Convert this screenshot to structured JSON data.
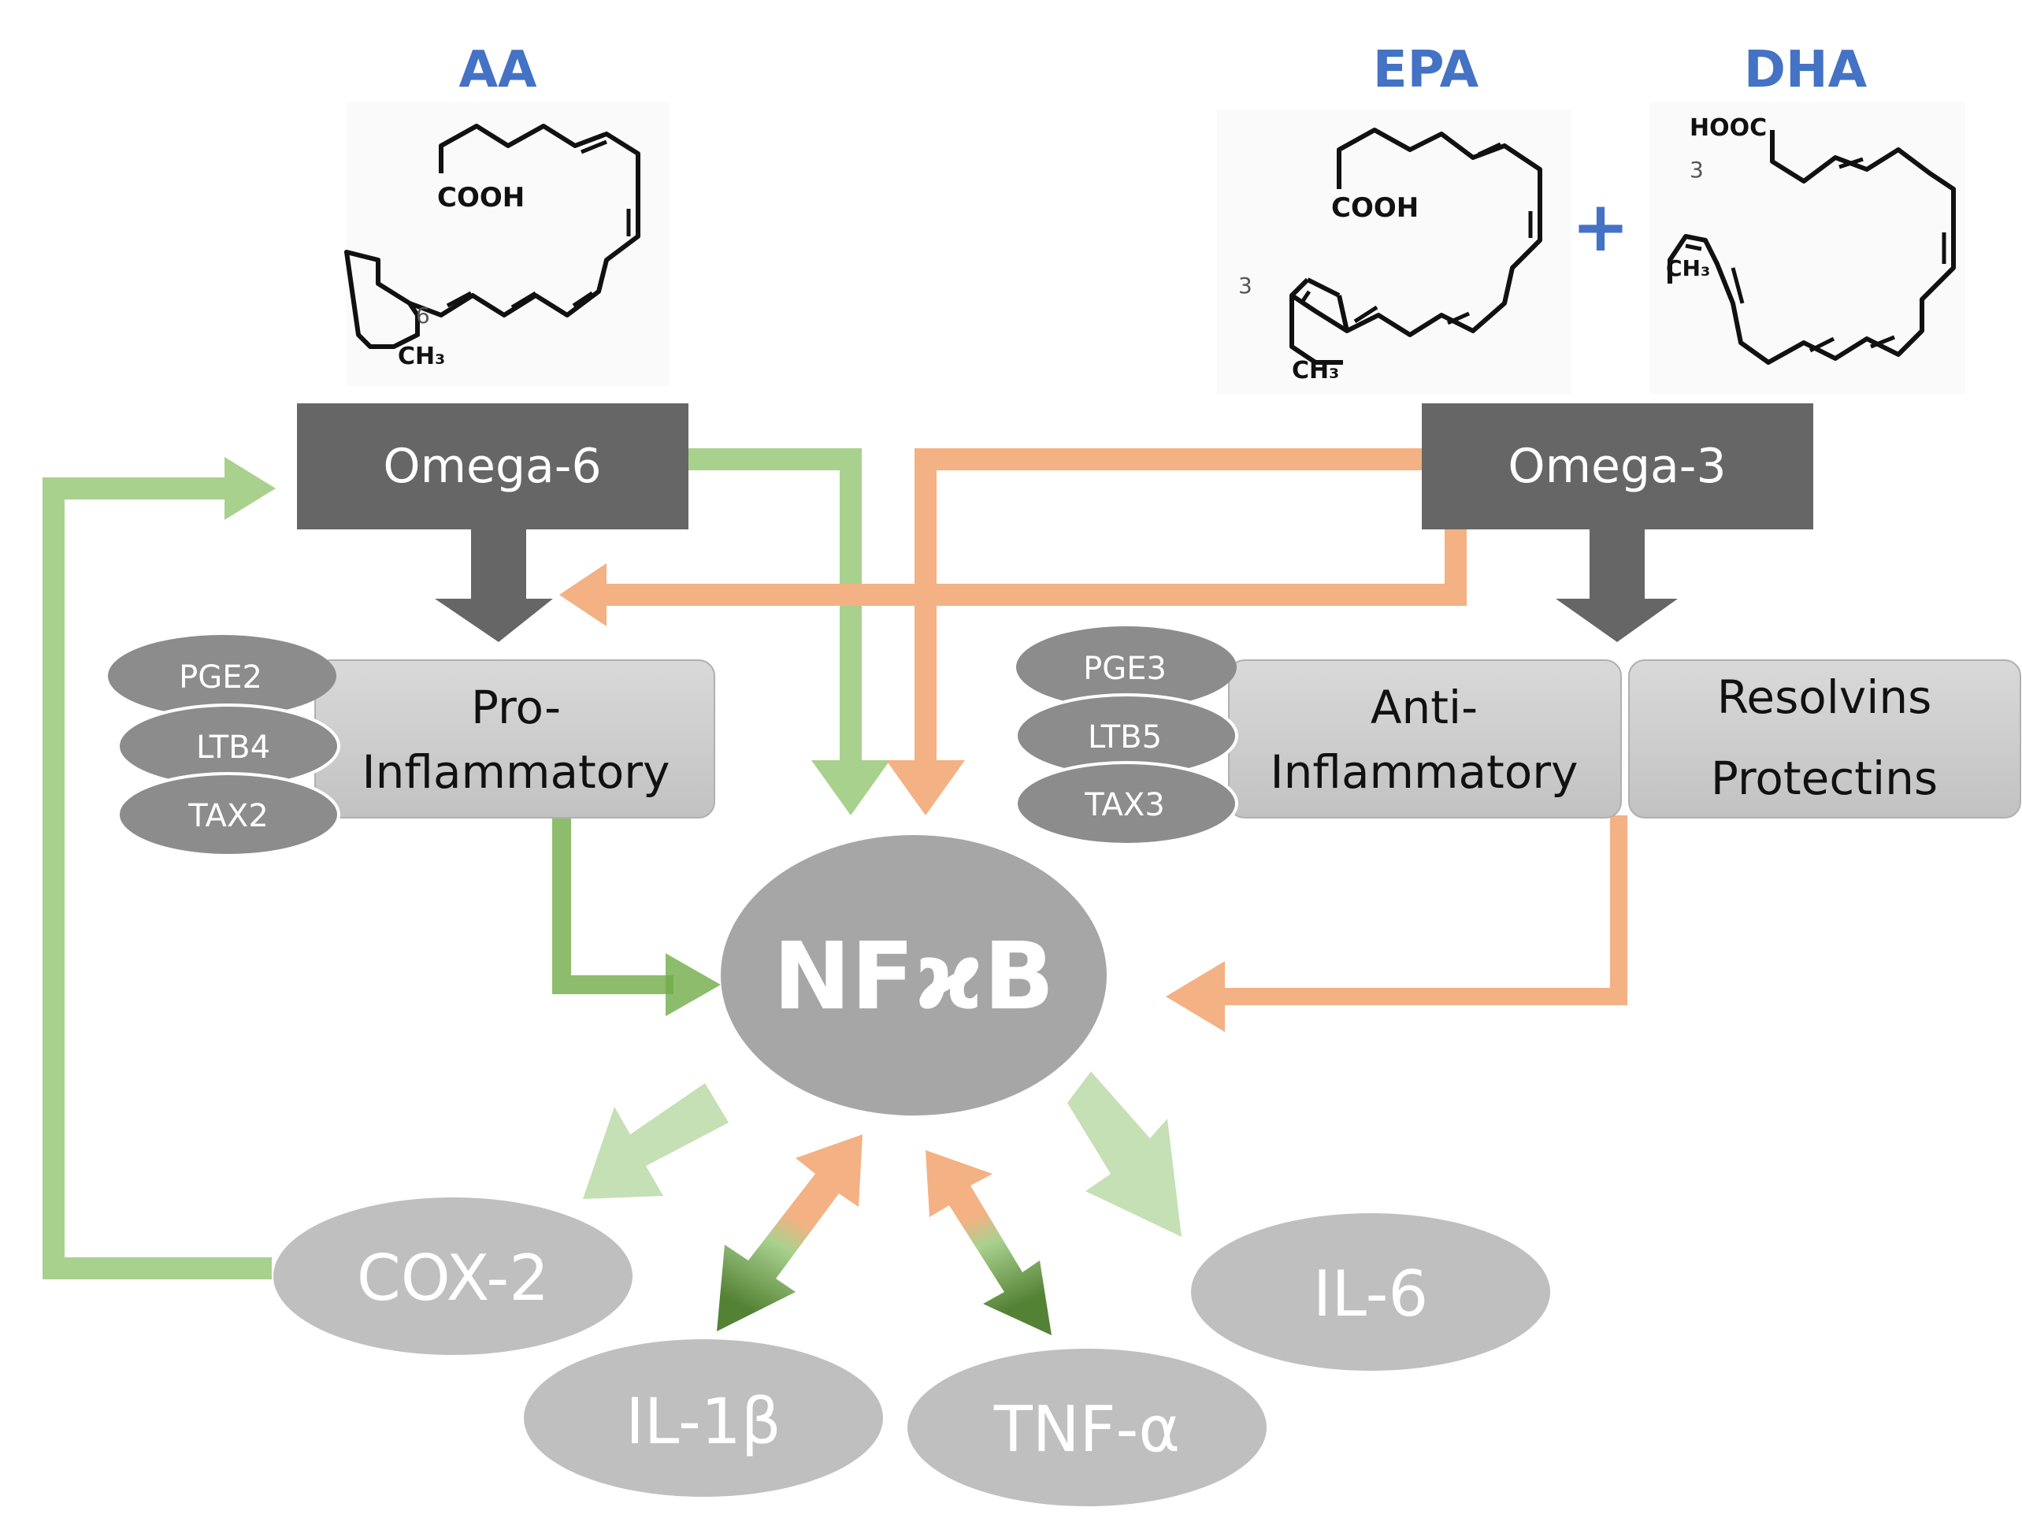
{
  "molecules": {
    "aa": {
      "title": "AA",
      "acid": "COOH",
      "methyl": "CH₃",
      "position": "6"
    },
    "epa": {
      "title": "EPA",
      "acid": "COOH",
      "methyl": "CH₃",
      "position": "3"
    },
    "dha": {
      "title": "DHA",
      "acid": "HOOC",
      "methyl": "CH₃",
      "position": "3"
    },
    "plus": "+"
  },
  "boxes": {
    "omega6": "Omega-6",
    "omega3": "Omega-3",
    "pro_line1": "Pro-",
    "pro_line2": "Inflammatory",
    "anti_line1": "Anti-",
    "anti_line2": "Inflammatory",
    "res_line1": "Resolvins",
    "res_line2": "Protectins"
  },
  "mediators": {
    "pro": [
      "PGE2",
      "LTB4",
      "TAX2"
    ],
    "anti": [
      "PGE3",
      "LTB5",
      "TAX3"
    ]
  },
  "hub": "NFϰB",
  "outputs": {
    "cox2": "COX-2",
    "il1b": "IL-1β",
    "tnfa": "TNF-α",
    "il6": "IL-6"
  },
  "colors": {
    "title_blue": "#4472c4",
    "box_dark": "#666666",
    "box_light": "#d0d0d0",
    "hub_gray": "#a6a6a6",
    "output_gray": "#bfbfbf",
    "green": "#a9d18e",
    "green_dark": "#548235",
    "orange": "#f4b183"
  }
}
